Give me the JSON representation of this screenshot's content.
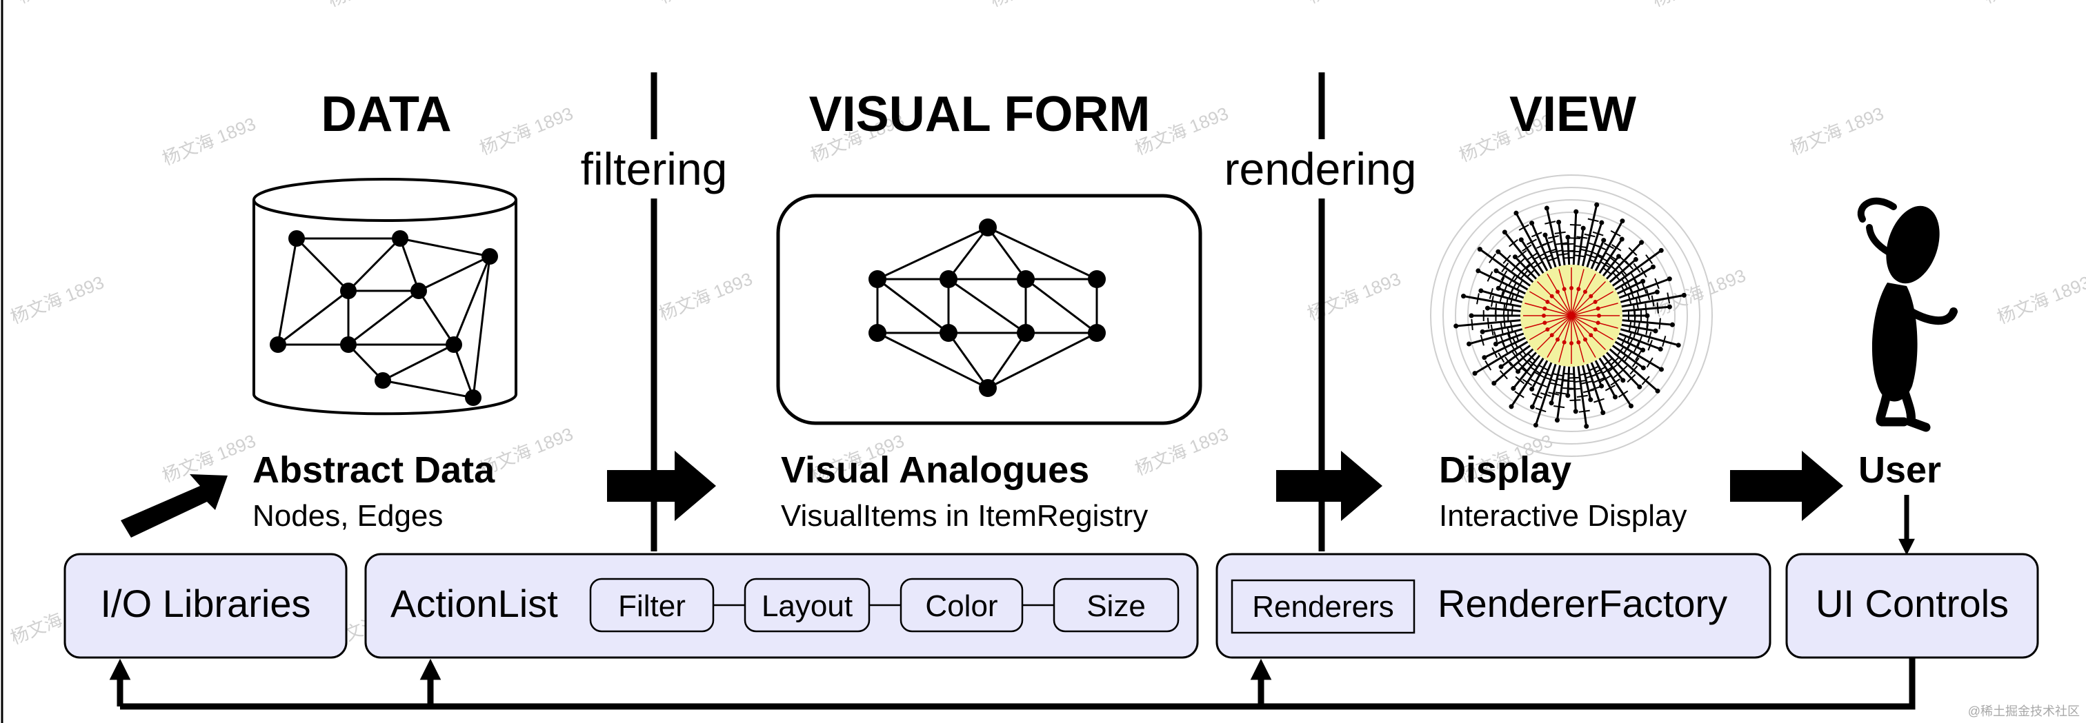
{
  "sections": {
    "data": "DATA",
    "visual_form": "VISUAL FORM",
    "view": "VIEW"
  },
  "processes": {
    "filtering": "filtering",
    "rendering": "rendering"
  },
  "nodes": {
    "abstract_data": {
      "title": "Abstract Data",
      "subtitle": "Nodes, Edges"
    },
    "visual_analogues": {
      "title": "Visual Analogues",
      "subtitle": "VisualItems in ItemRegistry"
    },
    "display": {
      "title": "Display",
      "subtitle": "Interactive Display"
    },
    "user": {
      "title": "User"
    }
  },
  "components": {
    "io_libraries": "I/O Libraries",
    "action_list": {
      "label": "ActionList",
      "actions": [
        "Filter",
        "Layout",
        "Color",
        "Size"
      ]
    },
    "renderers": "Renderers",
    "renderer_factory": "RendererFactory",
    "ui_controls": "UI Controls"
  },
  "icons": [
    "database-icon",
    "graph-icon",
    "radial-tree-display-icon",
    "user-figure-icon"
  ],
  "colors": {
    "component_fill": "#e8e8fb",
    "display_center": "#f2f2a0",
    "display_edges": "#cc0000"
  },
  "watermark": "杨文海 1893",
  "corner_credit": "@稀土掘金技术社区"
}
